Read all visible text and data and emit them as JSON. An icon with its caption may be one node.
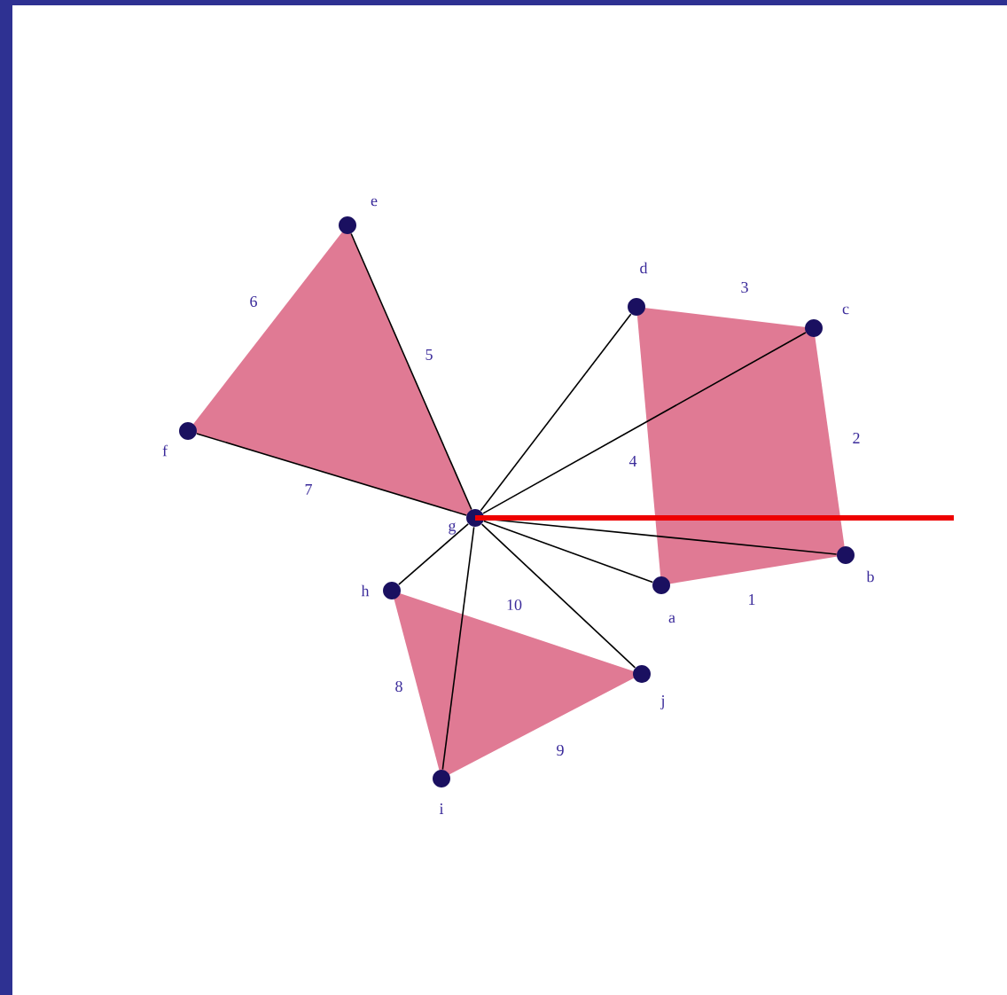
{
  "diagram": {
    "nodes": [
      {
        "text": [],
        "shape": "circle",
        "beside": [
          "a"
        ]
      },
      {
        "text": [],
        "shape": "circle",
        "beside": [
          "b"
        ]
      },
      {
        "text": [],
        "shape": "circle",
        "beside": [
          "c"
        ]
      },
      {
        "text": [],
        "shape": "circle",
        "beside": [
          "d"
        ]
      },
      {
        "text": [],
        "shape": "circle",
        "beside": [
          "e"
        ]
      },
      {
        "text": [],
        "shape": "circle",
        "beside": [
          "f"
        ]
      },
      {
        "text": [],
        "shape": "circle",
        "beside": [
          "g"
        ]
      },
      {
        "text": [],
        "shape": "circle",
        "beside": [
          "h"
        ]
      },
      {
        "text": [],
        "shape": "circle",
        "beside": [
          "i"
        ]
      },
      {
        "text": [],
        "shape": "circle",
        "beside": [
          "j"
        ]
      }
    ],
    "edges": [
      {
        "from": 6,
        "to": 0,
        "arrow": "none"
      },
      {
        "from": 6,
        "to": 1,
        "arrow": "none"
      },
      {
        "from": 6,
        "to": 2,
        "arrow": "none"
      },
      {
        "from": 6,
        "to": 3,
        "arrow": "none"
      },
      {
        "from": 6,
        "to": 4,
        "arrow": "none"
      },
      {
        "from": 6,
        "to": 5,
        "arrow": "none"
      },
      {
        "from": 6,
        "to": 7,
        "arrow": "none"
      },
      {
        "from": 6,
        "to": 8,
        "arrow": "none"
      },
      {
        "from": 6,
        "to": 9,
        "arrow": "none"
      },
      {
        "from": 6,
        "to": null,
        "arrow": "none",
        "style": "thick",
        "color": "#ee0000"
      }
    ],
    "labels": [
      "1",
      "2",
      "3",
      "4",
      "5",
      "6",
      "7",
      "8",
      "9",
      "10"
    ]
  }
}
